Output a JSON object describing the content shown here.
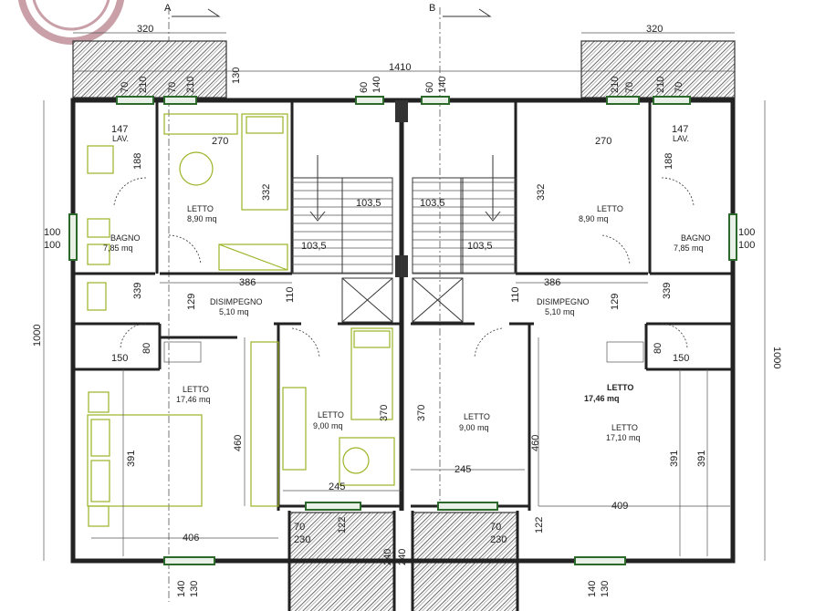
{
  "section_markers": [
    "A",
    "B"
  ],
  "rooms": {
    "letto_tl_name": "LETTO",
    "letto_tl_area": "8,90 mq",
    "letto_tr_name": "LETTO",
    "letto_tr_area": "8,90 mq",
    "bagno_l_name": "BAGNO",
    "bagno_l_area": "7,85 mq",
    "bagno_r_name": "BAGNO",
    "bagno_r_area": "7,85 mq",
    "disimpegno_l_name": "DISIMPEGNO",
    "disimpegno_l_area": "5,10 mq",
    "disimpegno_r_name": "DISIMPEGNO",
    "disimpegno_r_area": "5,10 mq",
    "letto_bl_name": "LETTO",
    "letto_bl_area": "17,46 mq",
    "letto_bcl_name": "LETTO",
    "letto_bcl_area": "9,00 mq",
    "letto_bcr_name": "LETTO",
    "letto_bcr_area": "9,00 mq",
    "letto_br1_name": "LETTO",
    "letto_br1_area": "17,46 mq",
    "letto_br2_name": "LETTO",
    "letto_br2_area": "17,10 mq",
    "lav_l": "LAV.",
    "lav_r": "LAV."
  },
  "dims": {
    "w320_l": "320",
    "w320_r": "320",
    "w1410": "1410",
    "h130": "130",
    "d70a": "70",
    "d210a": "210",
    "d70b": "70",
    "d210b": "210",
    "d60a": "60",
    "d140a": "140",
    "d60b": "60",
    "d140b": "140",
    "d210c": "210",
    "d70c": "70",
    "d210d": "210",
    "d70d": "70",
    "d147_l": "147",
    "d147_r": "147",
    "d270_l": "270",
    "d270_r": "270",
    "d188_l": "188",
    "d188_r": "188",
    "d332_l": "332",
    "d332_r": "332",
    "d1035a": "103,5",
    "d1035b": "103,5",
    "d1035c": "103,5",
    "d1035d": "103,5",
    "d100a": "100",
    "d100b": "100",
    "d100c": "100",
    "d100d": "100",
    "d1000_l": "1000",
    "d1000_r": "1000",
    "d386_l": "386",
    "d386_r": "386",
    "d339_l": "339",
    "d339_r": "339",
    "d129_l": "129",
    "d129_r": "129",
    "d110_l": "110",
    "d110_r": "110",
    "d80_l": "80",
    "d80_r": "80",
    "d150_l": "150",
    "d150_r": "150",
    "d391a": "391",
    "d391b": "391",
    "d391c": "391",
    "d460_l": "460",
    "d460_r": "460",
    "d370_l": "370",
    "d370_r": "370",
    "d245_l": "245",
    "d245_r": "245",
    "d409": "409",
    "d406": "406",
    "d122": "122",
    "d70e": "70",
    "d70f": "70",
    "d122b": "122",
    "d230_l": "230",
    "d230_r": "230",
    "d240_l": "240",
    "d240_r": "240",
    "d140c": "140",
    "d130c": "130",
    "d140d": "140",
    "d130d": "130"
  }
}
